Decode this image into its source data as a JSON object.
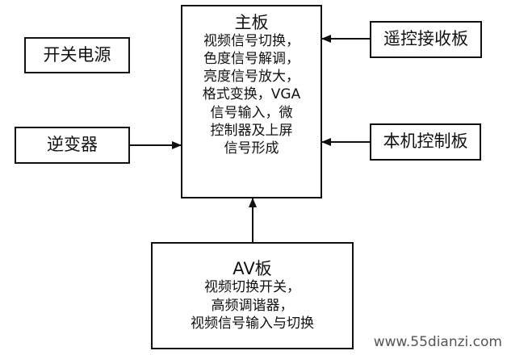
{
  "nodes": {
    "power": {
      "label": "开关电源"
    },
    "inverter": {
      "label": "逆变器"
    },
    "mainboard": {
      "title": "主板",
      "lines": [
        "视频信号切换，",
        "色度信号解调，",
        "亮度信号放大，",
        "格式变换，VGA",
        "信号输入，微",
        "控制器及上屏",
        "信号形成"
      ]
    },
    "remote": {
      "label": "遥控接收板"
    },
    "local_control": {
      "label": "本机控制板"
    },
    "av": {
      "title": "AV板",
      "lines": [
        "视频切换开关，",
        "高频调谐器，",
        "视频信号输入与切换"
      ]
    }
  },
  "watermark": "www.55dianzi.com",
  "colors": {
    "ink": "#111111",
    "background": "#ffffff",
    "watermark": "#555555"
  }
}
